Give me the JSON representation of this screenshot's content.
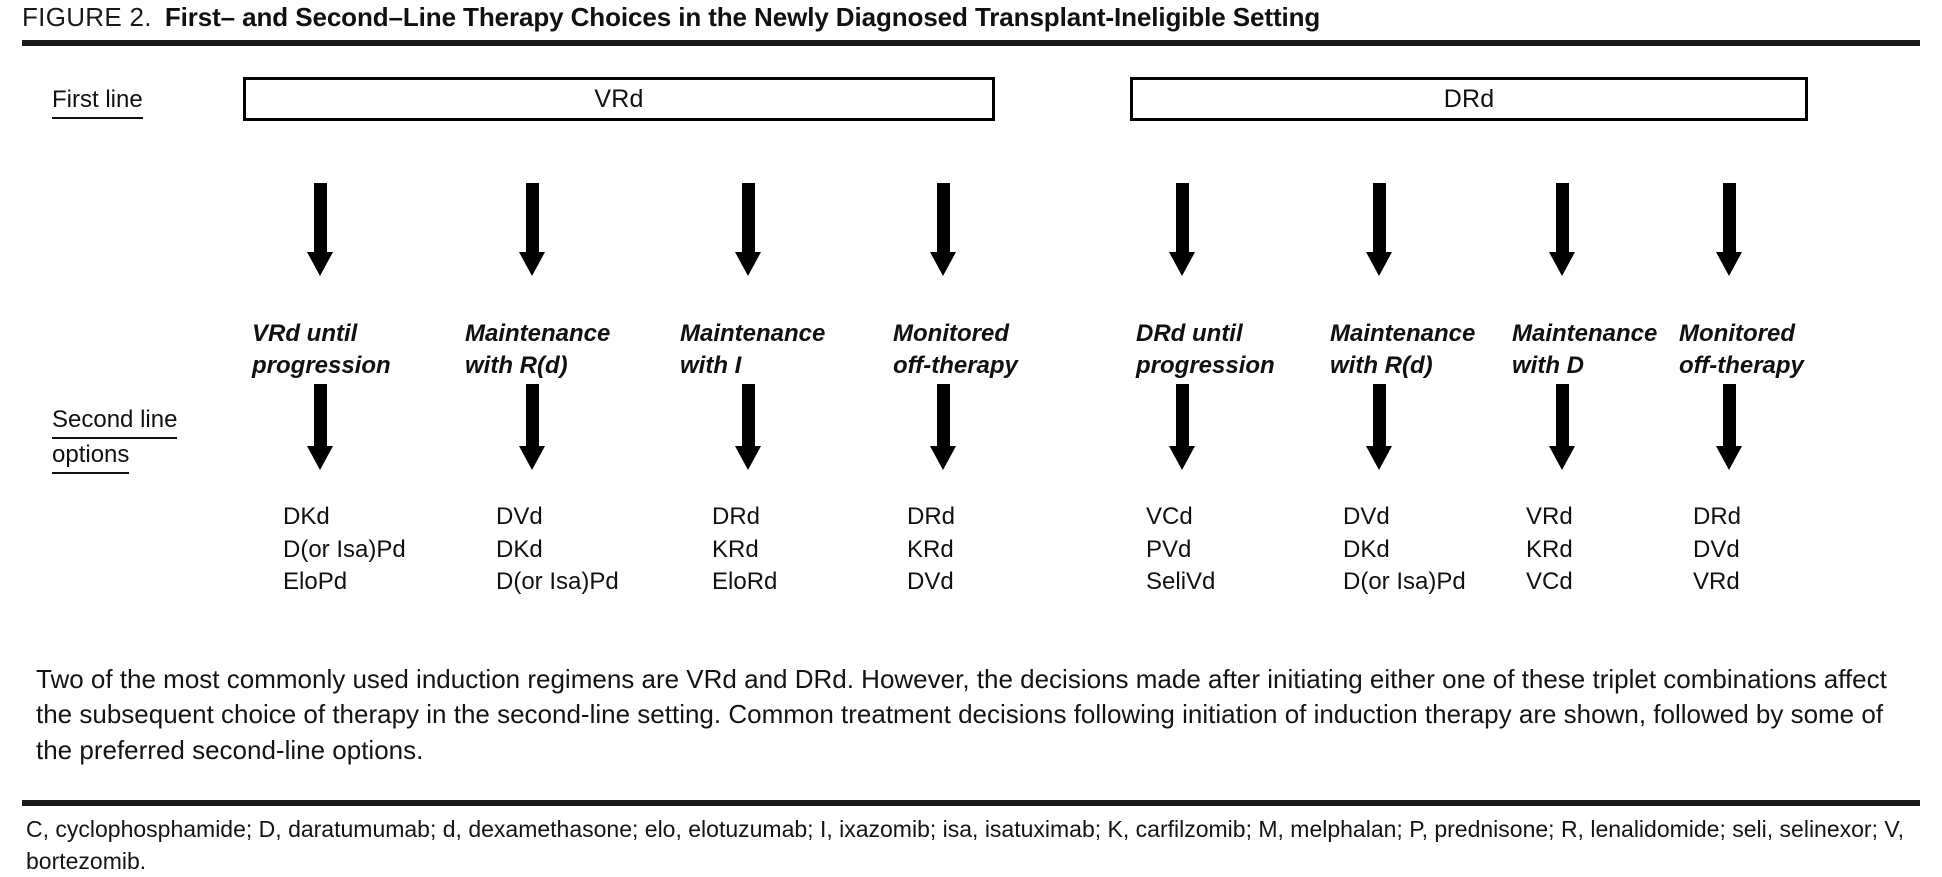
{
  "figure": {
    "label": "FIGURE 2.",
    "title": "First– and Second–Line Therapy Choices in the Newly Diagnosed Transplant-Ineligible Setting"
  },
  "diagram": {
    "row_labels": {
      "first_line": "First line",
      "second_line_1": "Second line",
      "second_line_2": "options"
    },
    "regimens": [
      {
        "name": "VRd",
        "branches": [
          {
            "decision": "VRd until\nprogression",
            "options": [
              "DKd",
              "D(or Isa)Pd",
              "EloPd"
            ]
          },
          {
            "decision": "Maintenance\nwith R(d)",
            "options": [
              "DVd",
              "DKd",
              "D(or Isa)Pd"
            ]
          },
          {
            "decision": "Maintenance\nwith I",
            "options": [
              "DRd",
              "KRd",
              "EloRd"
            ]
          },
          {
            "decision": "Monitored\noff-therapy",
            "options": [
              "DRd",
              "KRd",
              "DVd"
            ]
          }
        ]
      },
      {
        "name": "DRd",
        "branches": [
          {
            "decision": "DRd until\nprogression",
            "options": [
              "VCd",
              "PVd",
              "SeliVd"
            ]
          },
          {
            "decision": "Maintenance\nwith R(d)",
            "options": [
              "DVd",
              "DKd",
              "D(or Isa)Pd"
            ]
          },
          {
            "decision": "Maintenance\nwith D",
            "options": [
              "VRd",
              "KRd",
              "VCd"
            ]
          },
          {
            "decision": "Monitored\noff-therapy",
            "options": [
              "DRd",
              "DVd",
              "VRd"
            ]
          }
        ]
      }
    ]
  },
  "caption": "Two of the most commonly used induction regimens are VRd and DRd. However, the decisions made after initiating either one of these triplet combinations affect the subsequent choice of therapy in the second-line setting. Common treatment decisions following initiation of induction therapy are shown, followed by some of the preferred second-line options.",
  "footnote": "C, cyclophosphamide; D, daratumumab; d, dexamethasone; elo, elotuzumab; I, ixazomib; isa, isatuximab; K, carfilzomib; M, melphalan; P, prednisone; R, lenalidomide; seli, selinexor; V, bortezomib.",
  "colors": {
    "ink": "#111111",
    "rule": "#1a1a1a",
    "background": "#ffffff"
  }
}
